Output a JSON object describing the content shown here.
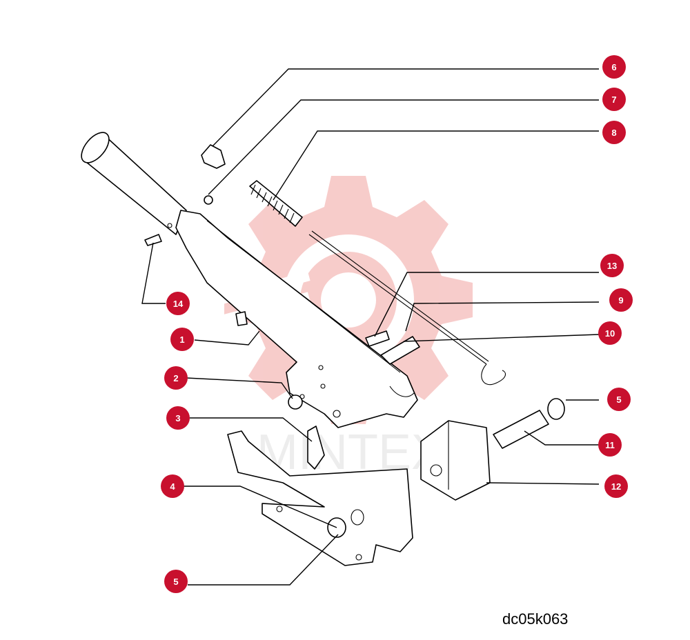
{
  "drawing_code": "dc05k063",
  "watermark": {
    "text": "MINTEX",
    "color": "#f3b9b6"
  },
  "callouts": {
    "c6": "6",
    "c7": "7",
    "c8": "8",
    "c13": "13",
    "c9": "9",
    "c10": "10",
    "c14": "14",
    "c1": "1",
    "c2": "2",
    "c3": "3",
    "c4": "4",
    "c5a": "5",
    "c11": "11",
    "c12": "12",
    "c5b": "5"
  },
  "colors": {
    "callout_fill": "#c8102e",
    "line": "#000000"
  }
}
